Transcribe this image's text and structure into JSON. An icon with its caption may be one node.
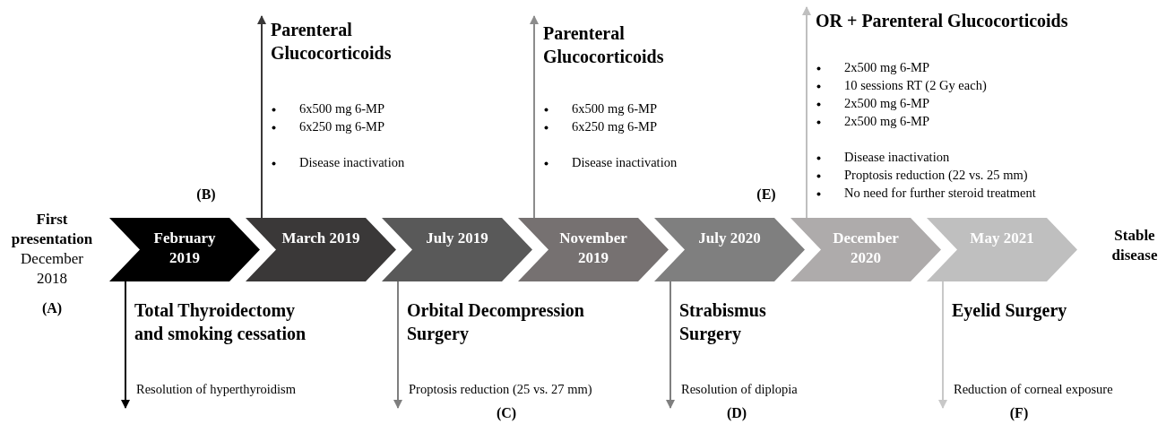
{
  "diagram": {
    "nodes": [
      {
        "text": [
          "February 2019"
        ]
      },
      {
        "text": [
          "March 2019"
        ]
      },
      {
        "text": [
          "July 2019"
        ]
      },
      {
        "text": [
          "November 2019"
        ]
      },
      {
        "text": [
          "July 2020"
        ]
      },
      {
        "text": [
          "December 2020"
        ]
      },
      {
        "text": [
          "May 2021"
        ]
      },
      {
        "text": [
          "Total Thyroidectomy and smoking cessation",
          "Resolution of hyperthyroidism"
        ]
      },
      {
        "text": [
          "Parenteral Glucocorticoids",
          "6x500 mg 6-MP",
          "6x250 mg 6-MP",
          "Disease inactivation"
        ]
      },
      {
        "text": [
          "Orbital Decompression Surgery",
          "Proptosis reduction (25 vs. 27 mm)"
        ]
      },
      {
        "text": [
          "Parenteral Glucocorticoids",
          "6x500 mg 6-MP",
          "6x250 mg 6-MP",
          "Disease inactivation"
        ]
      },
      {
        "text": [
          "Strabismus Surgery",
          "Resolution of diplopia"
        ]
      },
      {
        "text": [
          "OR + Parenteral Glucocorticoids",
          "2x500 mg 6-MP",
          "10 sessions RT (2 Gy each)",
          "2x500 mg 6-MP",
          "2x500 mg 6-MP",
          "Disease inactivation",
          "Proptosis reduction (22 vs. 25 mm)",
          "No need for further steroid treatment"
        ]
      },
      {
        "text": [
          "Eyelid Surgery",
          "Reduction of corneal exposure"
        ]
      }
    ],
    "edges": [
      {
        "from": 0,
        "to": 7,
        "arrow": "to",
        "color": "#000000"
      },
      {
        "from": 1,
        "to": 8,
        "arrow": "to",
        "color": "#3a3838"
      },
      {
        "from": 2,
        "to": 9,
        "arrow": "to",
        "color": "#7f7f7f"
      },
      {
        "from": 3,
        "to": 10,
        "arrow": "to",
        "color": "#8c8c8c"
      },
      {
        "from": 4,
        "to": 11,
        "arrow": "to",
        "color": "#7f7f7f"
      },
      {
        "from": 5,
        "to": 12,
        "arrow": "to",
        "color": "#bfbfbf"
      },
      {
        "from": 6,
        "to": 13,
        "arrow": "to",
        "color": "#c8c8c8"
      }
    ],
    "labels": [
      "(B)",
      "(E)",
      "First presentation",
      "December 2018",
      "Stable disease",
      "(A)",
      "(C)",
      "(D)",
      "(F)"
    ]
  }
}
